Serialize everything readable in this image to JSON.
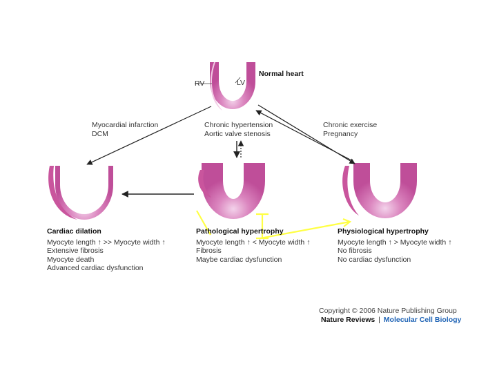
{
  "normal_heart": {
    "title": "Normal heart",
    "rv_label": "RV",
    "lv_label": "LV"
  },
  "causes": {
    "left": [
      "Myocardial infarction",
      "DCM"
    ],
    "center": [
      "Chronic hypertension",
      "Aortic valve stenosis"
    ],
    "right": [
      "Chronic exercise",
      "Pregnancy"
    ]
  },
  "outcomes": {
    "dilation": {
      "title": "Cardiac dilation",
      "lines": [
        "Myocyte length ↑ >> Myocyte width ↑",
        "Extensive fibrosis",
        "Myocyte death",
        "Advanced cardiac dysfunction"
      ]
    },
    "pathological": {
      "title": "Pathological hypertrophy",
      "lines": [
        "Myocyte length ↑ < Myocyte width ↑",
        "Fibrosis",
        "Maybe cardiac dysfunction"
      ]
    },
    "physiological": {
      "title": "Physiological hypertrophy",
      "lines": [
        "Myocyte length ↑ > Myocyte width ↑",
        "No fibrosis",
        "No cardiac dysfunction"
      ]
    }
  },
  "footer": {
    "copyright": "Copyright © 2006 Nature Publishing Group",
    "journal": "Nature Reviews",
    "separator": "|",
    "journal_section": "Molecular Cell Biology"
  },
  "colors": {
    "heart_fill": "#c0529a",
    "heart_light": "#f3d2ea",
    "arrow": "#222222",
    "highlight": "#ffff44",
    "journal_blue": "#1e63b5"
  }
}
